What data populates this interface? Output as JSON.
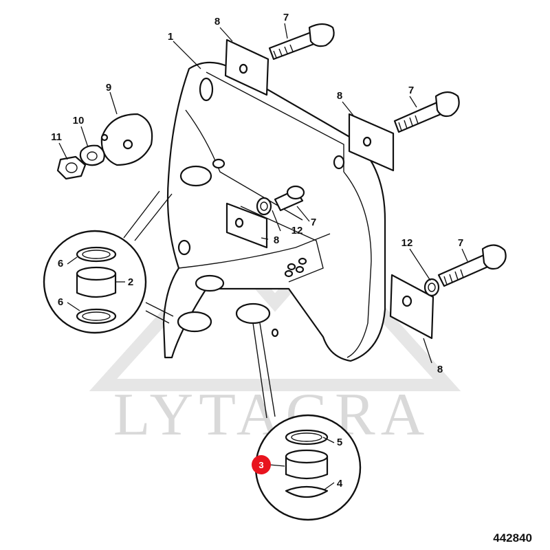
{
  "drawing": {
    "figure_number": "442840",
    "watermark": "LYTAGRA",
    "highlight_color": "#e8141e",
    "callouts": {
      "c1": "1",
      "c2": "2",
      "c3": "3",
      "c4": "4",
      "c5": "5",
      "c6a": "6",
      "c6b": "6",
      "c7a": "7",
      "c7b": "7",
      "c7c": "7",
      "c7d": "7",
      "c8a": "8",
      "c8b": "8",
      "c8c": "8",
      "c8d": "8",
      "c9": "9",
      "c10": "10",
      "c11": "11",
      "c12a": "12",
      "c12b": "12"
    }
  }
}
